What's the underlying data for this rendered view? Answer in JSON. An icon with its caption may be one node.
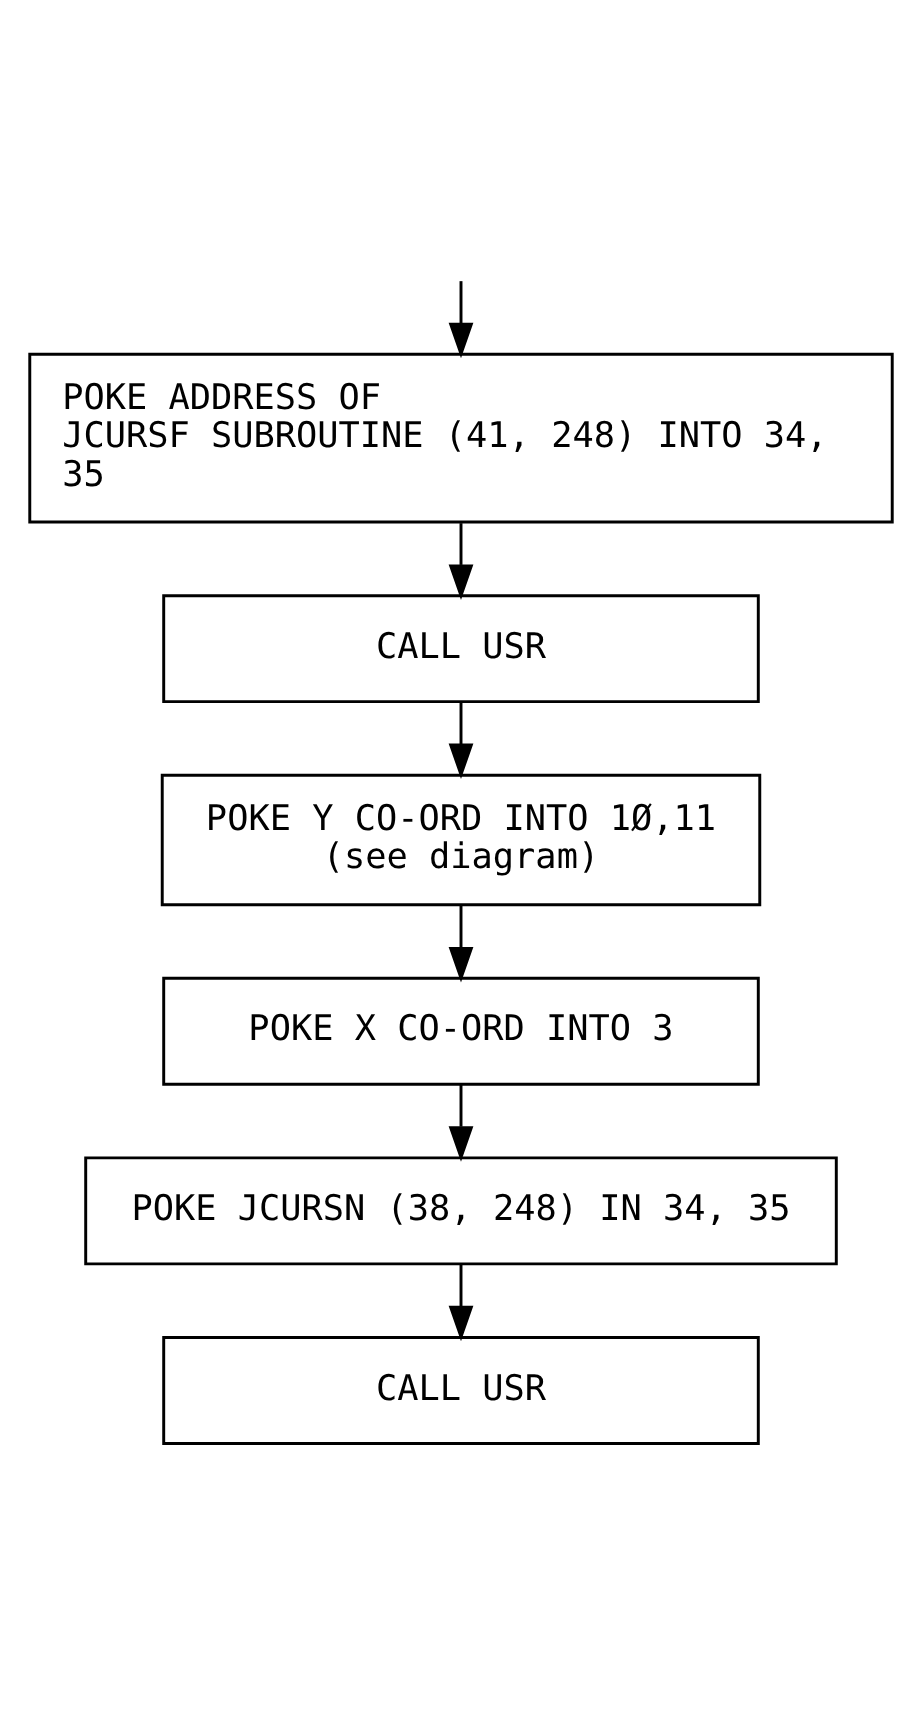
{
  "diagram": {
    "nodes": [
      {
        "text": [
          "POKE ADDRESS OF JCURSF SUBROUTINE (41, 248) INTO 34, 35"
        ]
      },
      {
        "text": [
          "CALL USR"
        ]
      },
      {
        "text": [
          "POKE Y CO-ORD INTO 1Ø,11",
          "(see diagram)"
        ]
      },
      {
        "text": [
          "POKE X CO-ORD INTO 3"
        ]
      },
      {
        "text": [
          "POKE JCURSN (38, 248) IN 34, 35"
        ]
      },
      {
        "text": [
          "CALL USR"
        ]
      }
    ],
    "edges": [
      {
        "from": null,
        "to": 0,
        "arrow": "to"
      },
      {
        "from": 0,
        "to": 1,
        "arrow": "to"
      },
      {
        "from": 1,
        "to": 2,
        "arrow": "to"
      },
      {
        "from": 2,
        "to": 3,
        "arrow": "to"
      },
      {
        "from": 3,
        "to": 4,
        "arrow": "to"
      },
      {
        "from": 4,
        "to": 5,
        "arrow": "to"
      }
    ]
  }
}
